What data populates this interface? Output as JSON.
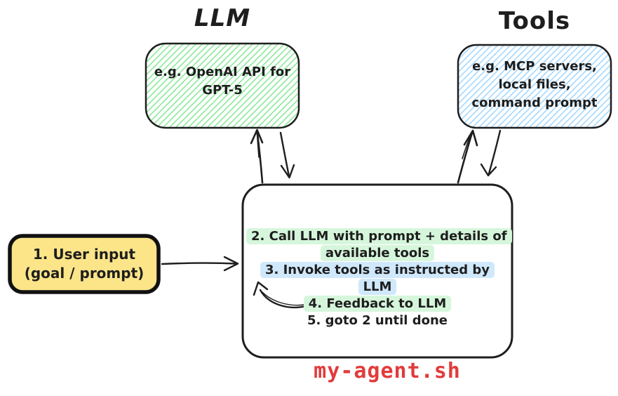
{
  "diagram": {
    "llm": {
      "title": "LLM",
      "box_label": "e.g. OpenAI API for GPT-5"
    },
    "tools": {
      "title": "Tools",
      "box_label": "e.g. MCP servers, local files, command prompt"
    },
    "user_input": {
      "line1": "1. User input",
      "line2": "(goal / prompt)"
    },
    "agent_box": {
      "steps": [
        {
          "label": "2. Call LLM with prompt + details of available tools",
          "highlight": "green"
        },
        {
          "label": "3. Invoke tools as instructed by LLM",
          "highlight": "blue"
        },
        {
          "label": "4. Feedback to LLM",
          "highlight": "green"
        },
        {
          "label": "5. goto 2 until done",
          "highlight": "none"
        }
      ]
    },
    "caption": "my-agent.sh",
    "colors": {
      "ink": "#1e1e1e",
      "green_hatch": "#8ce99a",
      "blue_hatch": "#a5d8ff",
      "yellow_fill": "#fbe588",
      "green_highlight": "#d6f6dc",
      "blue_highlight": "#cfe8fb",
      "caption_red": "#e23b3b"
    }
  }
}
